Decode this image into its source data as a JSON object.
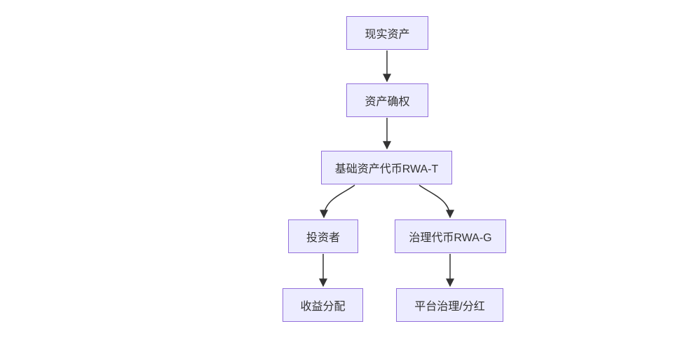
{
  "diagram": {
    "type": "flowchart",
    "direction": "top-down",
    "nodes": [
      {
        "id": "A",
        "label": "现实资产"
      },
      {
        "id": "B",
        "label": "资产确权"
      },
      {
        "id": "C",
        "label": "基础资产代币RWA-T"
      },
      {
        "id": "D",
        "label": "投资者"
      },
      {
        "id": "E",
        "label": "治理代币RWA-G"
      },
      {
        "id": "F",
        "label": "收益分配"
      },
      {
        "id": "G",
        "label": "平台治理/分红"
      }
    ],
    "edges": [
      {
        "from": "A",
        "to": "B",
        "arrow": "down"
      },
      {
        "from": "B",
        "to": "C",
        "arrow": "down"
      },
      {
        "from": "C",
        "to": "D",
        "arrow": "down"
      },
      {
        "from": "C",
        "to": "E",
        "arrow": "down"
      },
      {
        "from": "D",
        "to": "F",
        "arrow": "down"
      },
      {
        "from": "E",
        "to": "G",
        "arrow": "down"
      }
    ],
    "colors": {
      "node_fill": "#ECECFF",
      "node_border": "#9370DB",
      "edge": "#333333",
      "text": "#333333",
      "background": "#FFFFFF"
    }
  }
}
